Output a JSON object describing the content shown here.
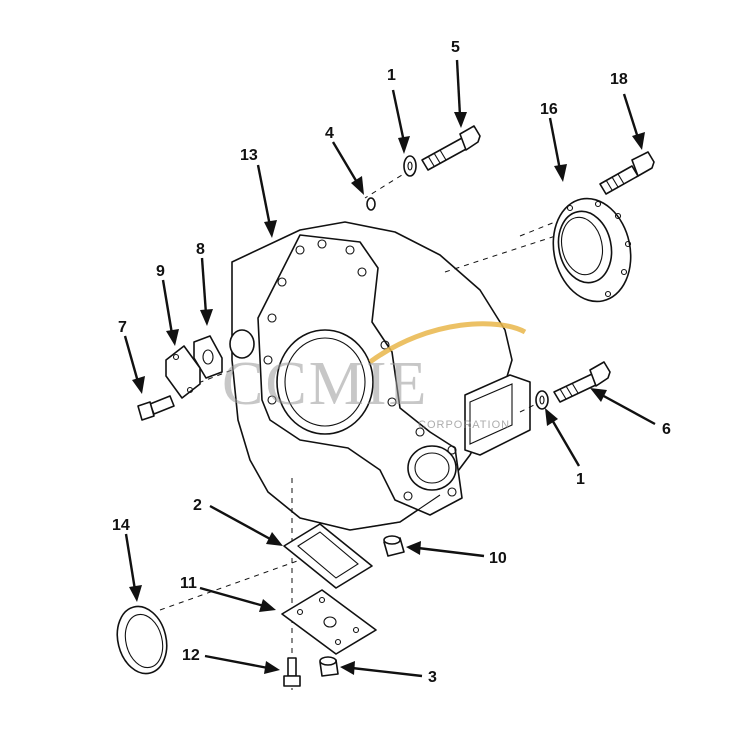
{
  "diagram": {
    "callouts": [
      {
        "id": "c1a",
        "label": "1"
      },
      {
        "id": "c5",
        "label": "5"
      },
      {
        "id": "c18",
        "label": "18"
      },
      {
        "id": "c16",
        "label": "16"
      },
      {
        "id": "c4",
        "label": "4"
      },
      {
        "id": "c13",
        "label": "13"
      },
      {
        "id": "c8",
        "label": "8"
      },
      {
        "id": "c9",
        "label": "9"
      },
      {
        "id": "c7",
        "label": "7"
      },
      {
        "id": "c6",
        "label": "6"
      },
      {
        "id": "c1b",
        "label": "1"
      },
      {
        "id": "c2",
        "label": "2"
      },
      {
        "id": "c10",
        "label": "10"
      },
      {
        "id": "c14",
        "label": "14"
      },
      {
        "id": "c11",
        "label": "11"
      },
      {
        "id": "c12",
        "label": "12"
      },
      {
        "id": "c3",
        "label": "3"
      }
    ]
  },
  "watermark": {
    "brand": "CCMIE",
    "subtitle": "CORPORATION",
    "accent_color": "#e9b64a"
  }
}
